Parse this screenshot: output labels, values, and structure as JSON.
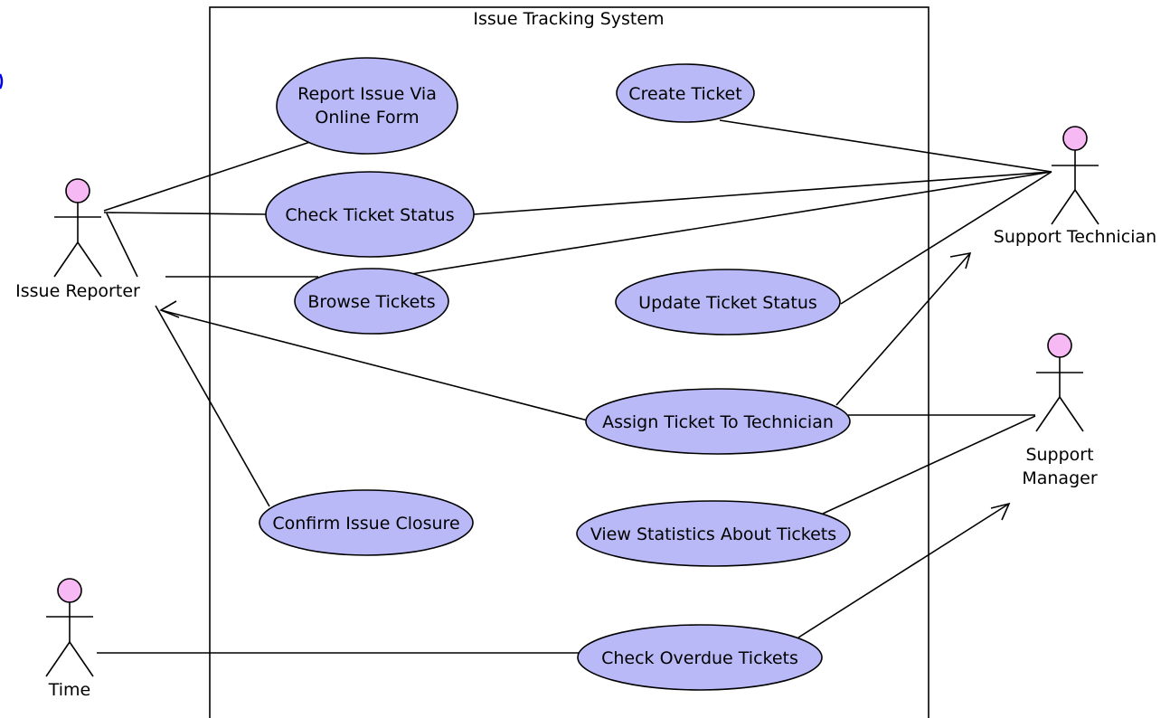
{
  "system": {
    "title": "Issue Tracking System"
  },
  "actors": {
    "issue_reporter": "Issue Reporter",
    "support_technician": "Support Technician",
    "support_manager_line1": "Support",
    "support_manager_line2": "Manager",
    "time": "Time"
  },
  "use_cases": {
    "report_issue_line1": "Report Issue Via",
    "report_issue_line2": "Online Form",
    "create_ticket": "Create Ticket",
    "check_ticket_status": "Check Ticket Status",
    "browse_tickets": "Browse Tickets",
    "update_ticket_status": "Update Ticket Status",
    "assign_ticket": "Assign Ticket To Technician",
    "confirm_issue_closure": "Confirm Issue Closure",
    "view_statistics": "View Statistics About Tickets",
    "check_overdue": "Check Overdue Tickets"
  },
  "colors": {
    "use_case_fill": "#b9b9f8",
    "actor_head_fill": "#f7b9f4"
  }
}
